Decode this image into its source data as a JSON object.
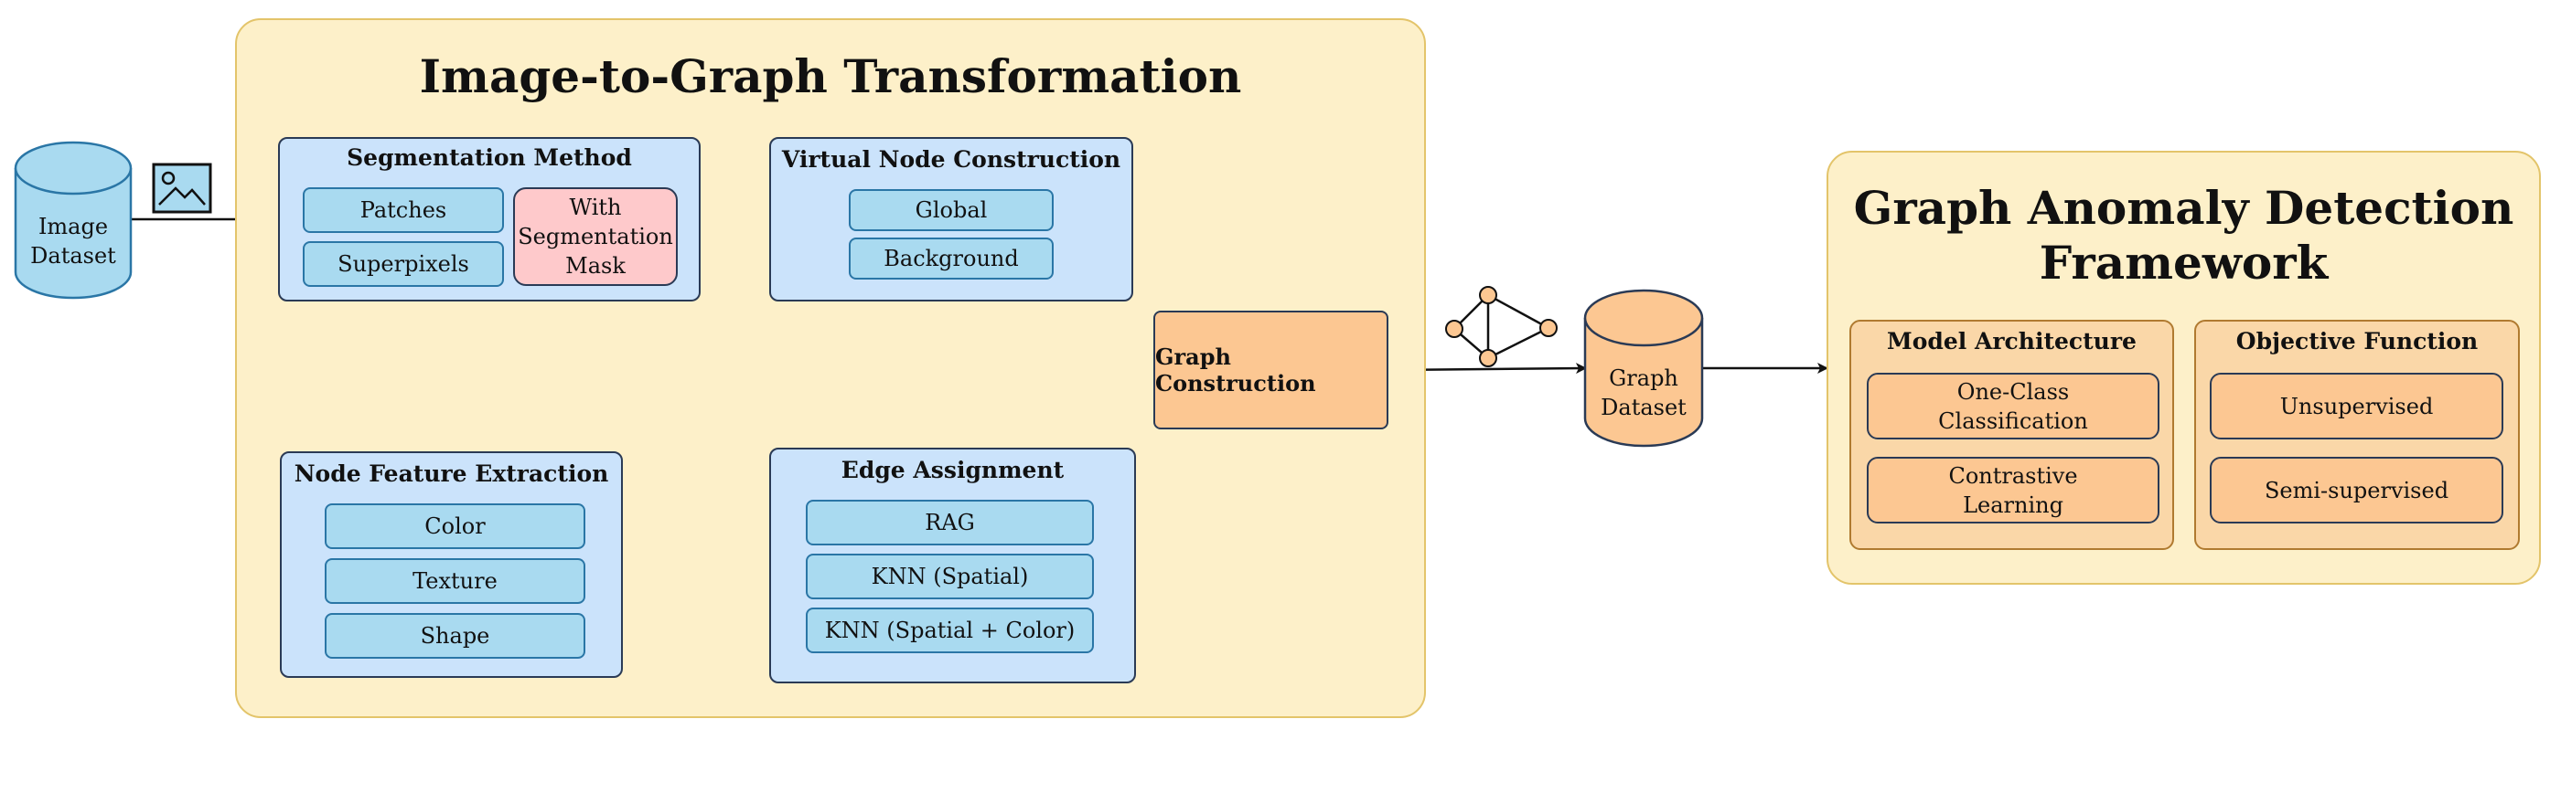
{
  "left_dataset": {
    "label_line1": "Image",
    "label_line2": "Dataset"
  },
  "graph_dataset": {
    "label_line1": "Graph",
    "label_line2": "Dataset"
  },
  "transform_panel": {
    "title": "Image-to-Graph Transformation"
  },
  "segmentation": {
    "title": "Segmentation Method",
    "patches": "Patches",
    "superpixels": "Superpixels",
    "mask_line1": "With",
    "mask_line2": "Segmentation",
    "mask_line3": "Mask"
  },
  "virtual_node": {
    "title": "Virtual Node Construction",
    "global": "Global",
    "background": "Background"
  },
  "node_feature": {
    "title": "Node Feature Extraction",
    "color": "Color",
    "texture": "Texture",
    "shape": "Shape"
  },
  "edge_assignment": {
    "title": "Edge Assignment",
    "rag": "RAG",
    "knn_spatial": "KNN (Spatial)",
    "knn_spatial_color": "KNN (Spatial + Color)"
  },
  "graph_construction": {
    "label": "Graph Construction"
  },
  "gad_panel": {
    "title_line1": "Graph Anomaly Detection",
    "title_line2": "Framework",
    "model_arch": {
      "title": "Model Architecture",
      "one_class_line1": "One-Class",
      "one_class_line2": "Classification",
      "contrastive_line1": "Contrastive",
      "contrastive_line2": "Learning"
    },
    "objective": {
      "title": "Objective Function",
      "unsupervised": "Unsupervised",
      "semi_supervised": "Semi-supervised"
    }
  },
  "colors": {
    "panel_fill": "#fdf0c9",
    "blue_box": "#cbe3fb",
    "chip_blue": "#a9daf0",
    "chip_pink": "#fec9cb",
    "orange": "#fcc792"
  },
  "icons": [
    "image-icon",
    "graph-icon"
  ]
}
